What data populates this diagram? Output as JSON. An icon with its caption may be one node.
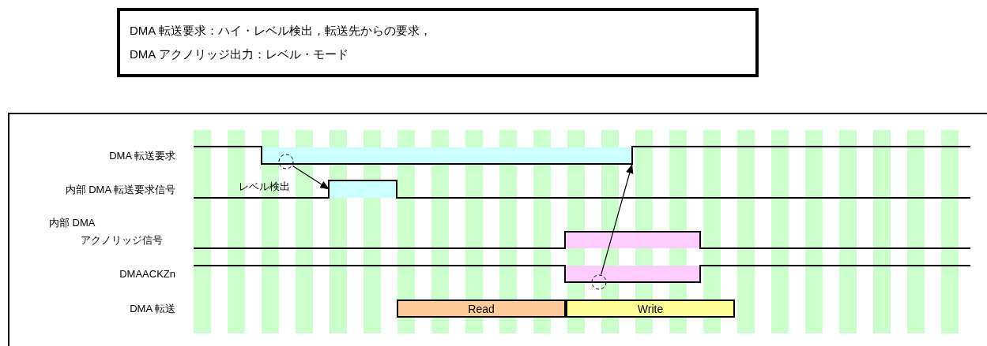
{
  "diagram": {
    "nodes": [
      {
        "text": [
          "DMA 転送要求：ハイ・レベル検出，転送先からの要求，",
          "DMA アクノリッジ出力：レベル・モード"
        ]
      },
      {
        "text": [
          "Read"
        ]
      },
      {
        "text": [
          "Write"
        ]
      },
      {
        "text": [],
        "shape": "circle"
      },
      {
        "text": [],
        "shape": "circle"
      },
      {
        "text": [],
        "shape": "bar"
      },
      {
        "text": [],
        "shape": "bar"
      }
    ],
    "edges": [
      {
        "from": 3,
        "to": 6,
        "arrow": "to"
      },
      {
        "from": 4,
        "to": 5,
        "arrow": "to"
      }
    ],
    "labels": [
      "DMA 転送要求",
      "レベル検出",
      "内部 DMA 転送要求信号",
      "内部 DMA アクノリッジ信号",
      "DMAACKZn",
      "DMA 転送"
    ]
  }
}
